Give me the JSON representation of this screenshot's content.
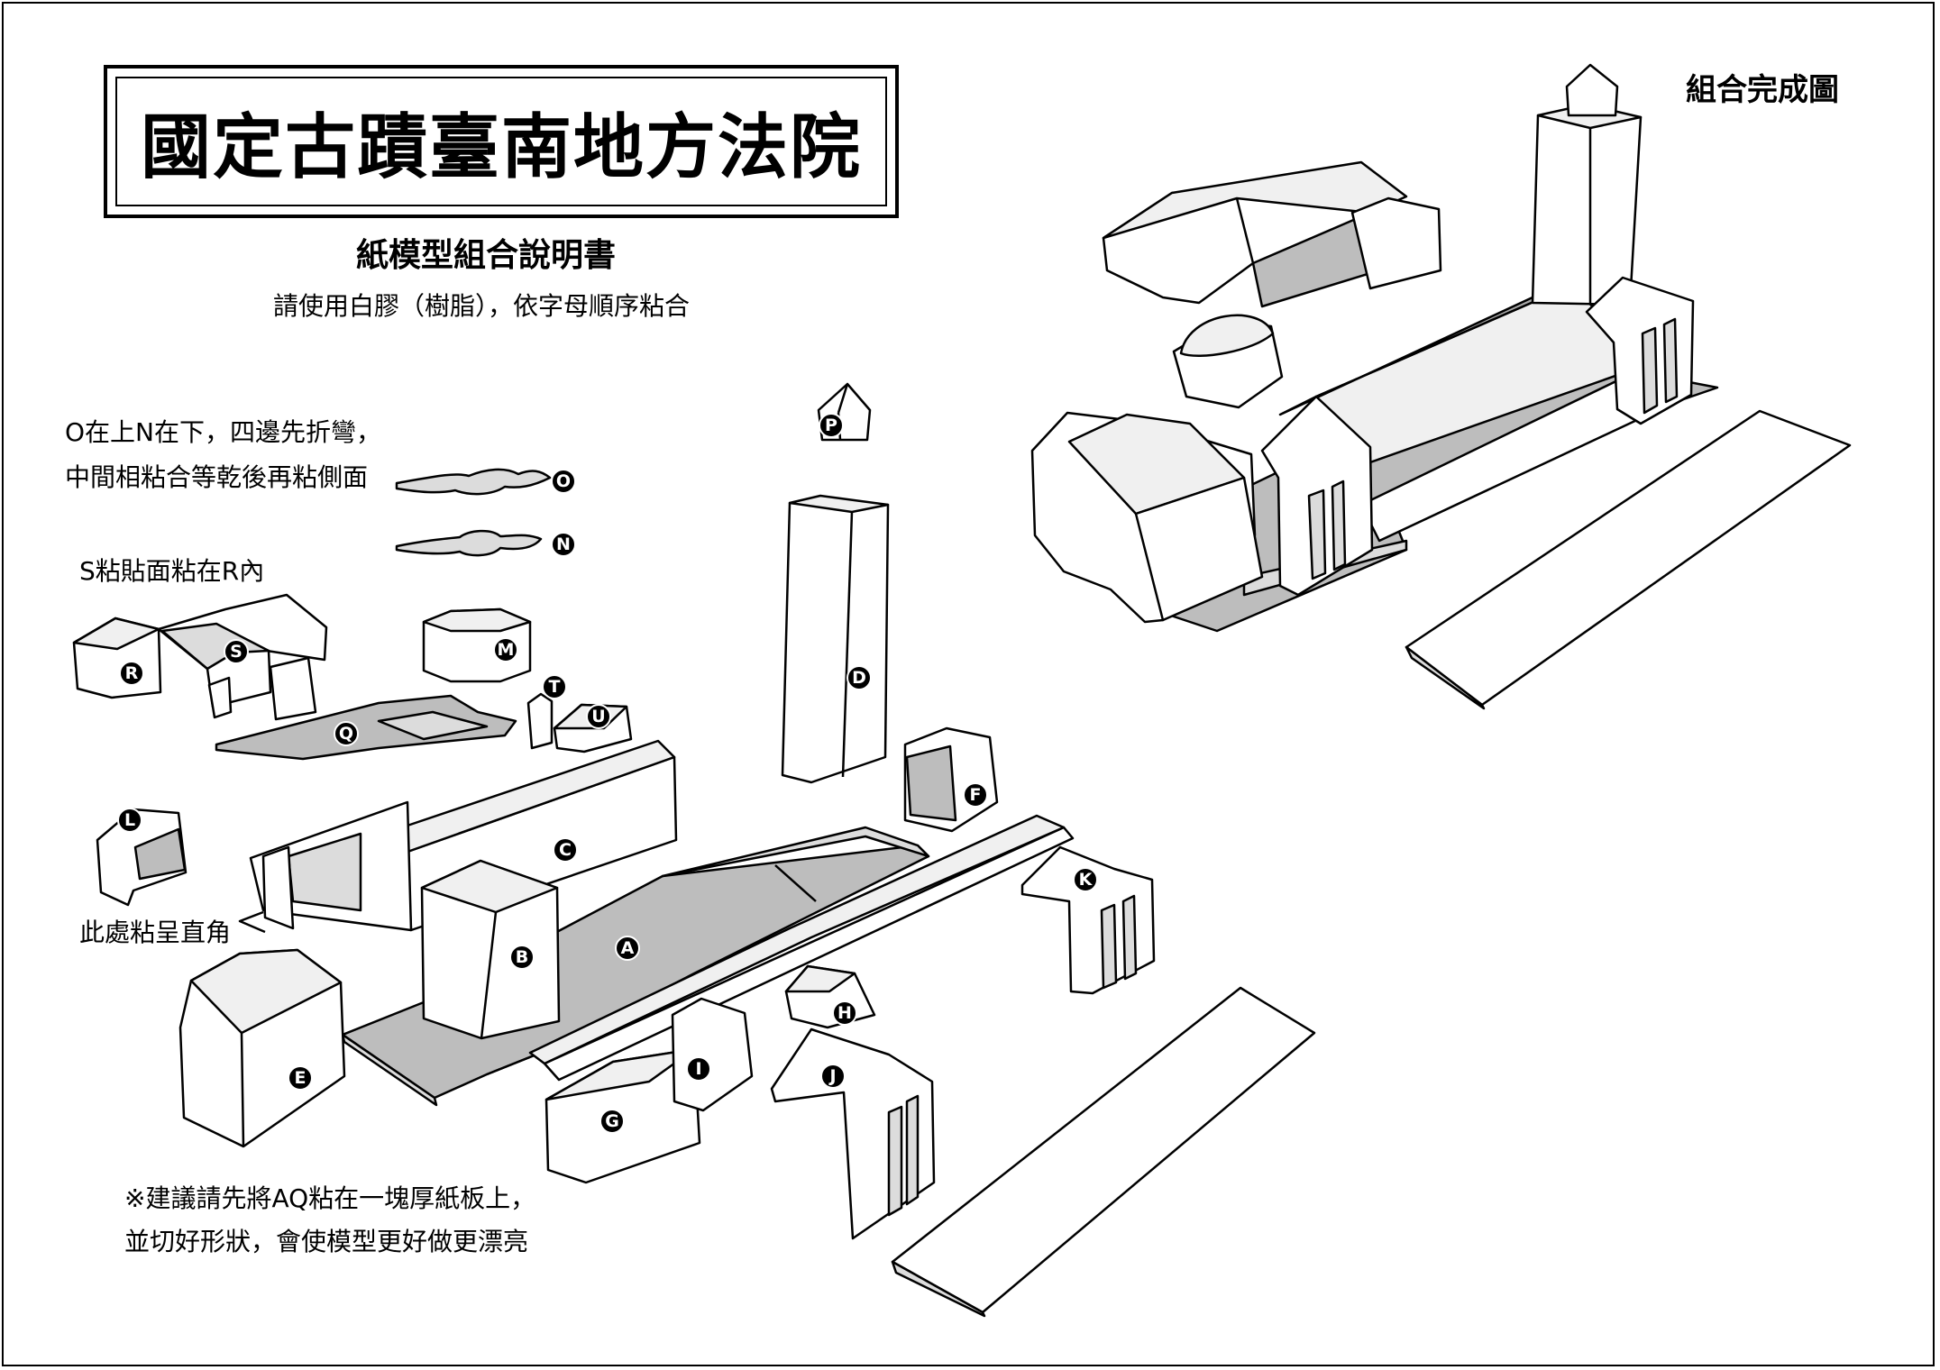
{
  "title": "國定古蹟臺南地方法院",
  "subtitle": "紙模型組合說明書",
  "glue_instruction": "請使用白膠（樹脂），依字母順序粘合",
  "notes": {
    "on_line1": "O在上N在下，四邊先折彎，",
    "on_line2": "中間相粘合等乾後再粘側面",
    "s_into_r": "S粘貼面粘在R內",
    "right_angle": "此處粘呈直角",
    "tip_line1": "※建議請先將AQ粘在一塊厚紙板上，",
    "tip_line2": "並切好形狀，會使模型更好做更漂亮"
  },
  "completed_label": "組合完成圖",
  "part_labels": {
    "A": "A",
    "B": "B",
    "C": "C",
    "D": "D",
    "E": "E",
    "F": "F",
    "G": "G",
    "H": "H",
    "I": "I",
    "J": "J",
    "K": "K",
    "L": "L",
    "M": "M",
    "N": "N",
    "O": "O",
    "P": "P",
    "Q": "Q",
    "R": "R",
    "S": "S",
    "T": "T",
    "U": "U"
  },
  "colors": {
    "line": "#000000",
    "paper": "#ffffff",
    "shade_light": "#dcdcdc",
    "shade_dark": "#a8a8a8"
  }
}
